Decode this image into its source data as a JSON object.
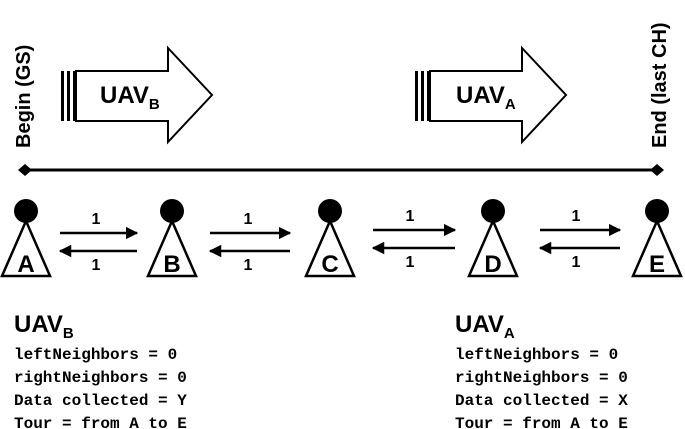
{
  "diagram": {
    "begin_label": "Begin (GS)",
    "end_label": "End (last CH)",
    "arrows": [
      {
        "base": "UAV",
        "sub": "B"
      },
      {
        "base": "UAV",
        "sub": "A"
      }
    ],
    "nodes": [
      "A",
      "B",
      "C",
      "D",
      "E"
    ],
    "links": [
      {
        "forward": "1",
        "backward": "1"
      },
      {
        "forward": "1",
        "backward": "1"
      },
      {
        "forward": "1",
        "backward": "1"
      },
      {
        "forward": "1",
        "backward": "1"
      }
    ],
    "panels": [
      {
        "base": "UAV",
        "sub": "B",
        "lines": [
          "leftNeighbors = 0",
          "rightNeighbors = 0",
          "Data collected = Y",
          "Tour = from A to E"
        ]
      },
      {
        "base": "UAV",
        "sub": "A",
        "lines": [
          "leftNeighbors = 0",
          "rightNeighbors = 0",
          "Data collected = X",
          "Tour = from A to E"
        ]
      }
    ],
    "colors": {
      "ink": "#000000",
      "background": "#ffffff"
    }
  }
}
